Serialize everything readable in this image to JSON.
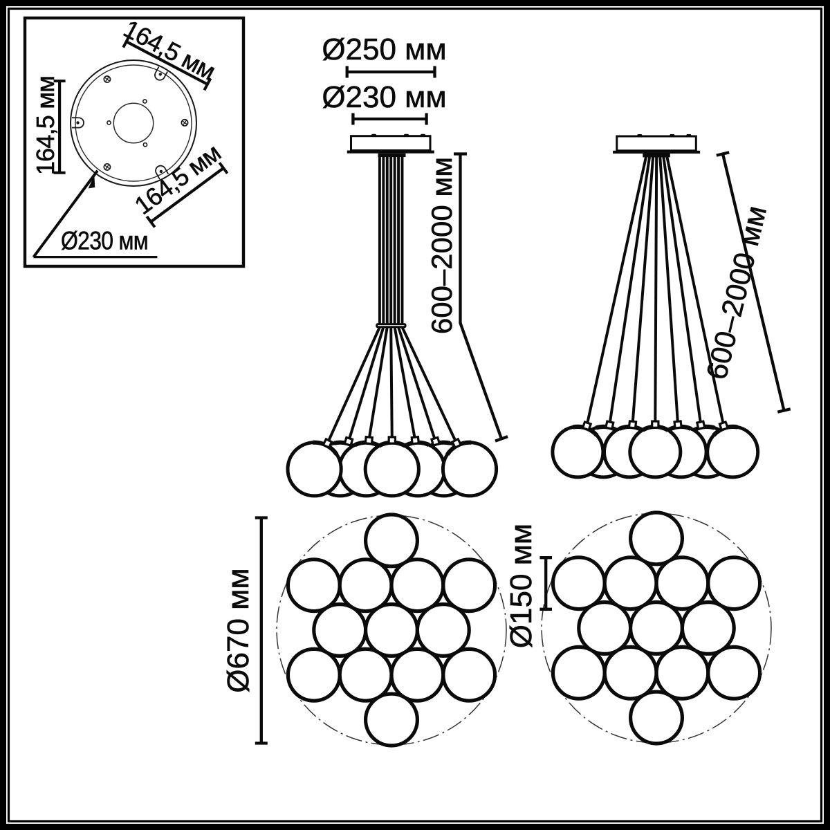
{
  "drawing": {
    "type": "pendant-chandelier-dimension-drawing",
    "units": "мм",
    "colors": {
      "ink": "#0a0a0a",
      "background": "#ffffff"
    }
  },
  "inset_plate_view": {
    "dim_width_top": "164,5 мм",
    "dim_height_left": "164,5 мм",
    "dim_width_bottom": "164,5 мм",
    "dim_plate_diameter": "Ø230 мм",
    "screw_count": 3,
    "keyhole_count": 3,
    "pilot_hole_count": 3
  },
  "front_view": {
    "dim_canopy_outer": "Ø250 мм",
    "dim_canopy_inner": "Ø230 мм",
    "dim_suspension_height": "600–2000 мм",
    "wire_count": 7,
    "visible_sphere_count": 7
  },
  "side_view": {
    "dim_suspension_height": "600–2000 мм",
    "wire_count": 7,
    "visible_sphere_count": 7
  },
  "top_view_left": {
    "dim_cluster_diameter": "Ø670 мм",
    "ball_count": 13
  },
  "top_view_right": {
    "dim_ball_diameter": "Ø150 мм",
    "ball_count": 13
  }
}
